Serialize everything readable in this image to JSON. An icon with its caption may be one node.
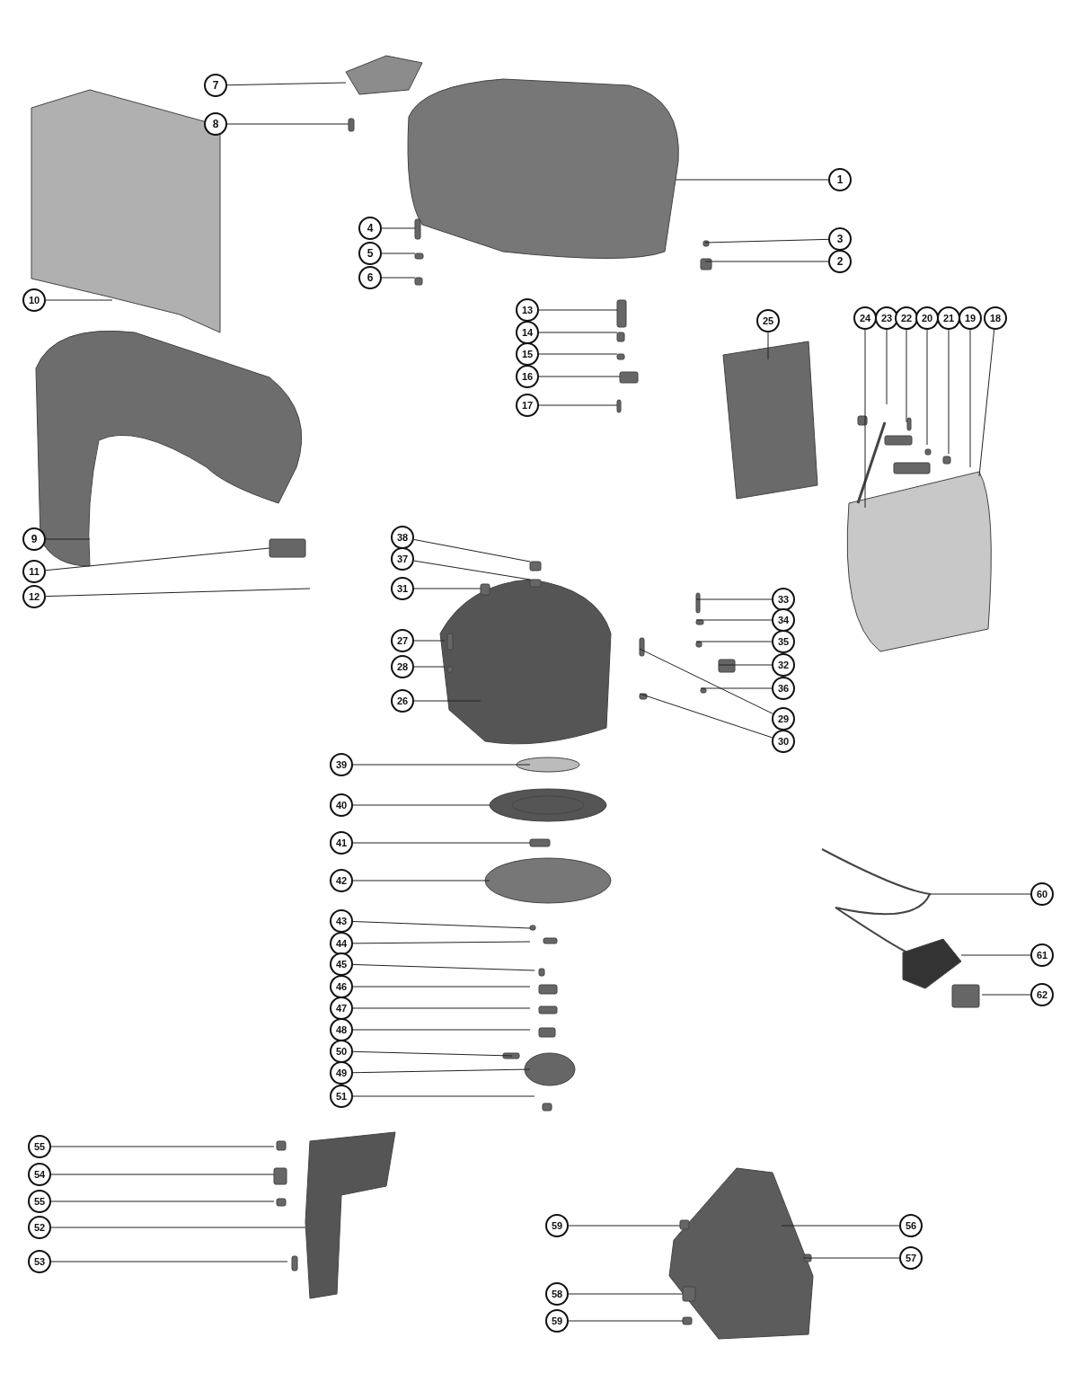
{
  "diagram": {
    "nodes": [
      {
        "text": [
          "7"
        ]
      },
      {
        "text": [
          "8"
        ]
      },
      {
        "text": [
          "1"
        ]
      },
      {
        "text": [
          "4"
        ]
      },
      {
        "text": [
          "3"
        ]
      },
      {
        "text": [
          "5"
        ]
      },
      {
        "text": [
          "2"
        ]
      },
      {
        "text": [
          "6"
        ]
      },
      {
        "text": [
          "10"
        ]
      },
      {
        "text": [
          "13"
        ]
      },
      {
        "text": [
          "25"
        ]
      },
      {
        "text": [
          "24"
        ]
      },
      {
        "text": [
          "23"
        ]
      },
      {
        "text": [
          "22"
        ]
      },
      {
        "text": [
          "20"
        ]
      },
      {
        "text": [
          "21"
        ]
      },
      {
        "text": [
          "19"
        ]
      },
      {
        "text": [
          "18"
        ]
      },
      {
        "text": [
          "14"
        ]
      },
      {
        "text": [
          "15"
        ]
      },
      {
        "text": [
          "16"
        ]
      },
      {
        "text": [
          "17"
        ]
      },
      {
        "text": [
          "38"
        ]
      },
      {
        "text": [
          "9"
        ]
      },
      {
        "text": [
          "37"
        ]
      },
      {
        "text": [
          "11"
        ]
      },
      {
        "text": [
          "31"
        ]
      },
      {
        "text": [
          "12"
        ]
      },
      {
        "text": [
          "33"
        ]
      },
      {
        "text": [
          "34"
        ]
      },
      {
        "text": [
          "27"
        ]
      },
      {
        "text": [
          "35"
        ]
      },
      {
        "text": [
          "32"
        ]
      },
      {
        "text": [
          "28"
        ]
      },
      {
        "text": [
          "36"
        ]
      },
      {
        "text": [
          "26"
        ]
      },
      {
        "text": [
          "29"
        ]
      },
      {
        "text": [
          "30"
        ]
      },
      {
        "text": [
          "39"
        ]
      },
      {
        "text": [
          "40"
        ]
      },
      {
        "text": [
          "41"
        ]
      },
      {
        "text": [
          "42"
        ]
      },
      {
        "text": [
          "60"
        ]
      },
      {
        "text": [
          "43"
        ]
      },
      {
        "text": [
          "44"
        ]
      },
      {
        "text": [
          "61"
        ]
      },
      {
        "text": [
          "45"
        ]
      },
      {
        "text": [
          "46"
        ]
      },
      {
        "text": [
          "62"
        ]
      },
      {
        "text": [
          "47"
        ]
      },
      {
        "text": [
          "48"
        ]
      },
      {
        "text": [
          "50"
        ]
      },
      {
        "text": [
          "49"
        ]
      },
      {
        "text": [
          "51"
        ]
      },
      {
        "text": [
          "55"
        ]
      },
      {
        "text": [
          "54"
        ]
      },
      {
        "text": [
          "55"
        ]
      },
      {
        "text": [
          "52"
        ]
      },
      {
        "text": [
          "59"
        ]
      },
      {
        "text": [
          "56"
        ]
      },
      {
        "text": [
          "57"
        ]
      },
      {
        "text": [
          "53"
        ]
      },
      {
        "text": [
          "58"
        ]
      },
      {
        "text": [
          "59"
        ]
      }
    ],
    "edges": [
      {
        "from": 0,
        "to": null,
        "arrow": "none"
      },
      {
        "from": 1,
        "to": null,
        "arrow": "none"
      },
      {
        "from": 2,
        "to": null,
        "arrow": "none"
      },
      {
        "from": 3,
        "to": null,
        "arrow": "none"
      },
      {
        "from": 4,
        "to": null,
        "arrow": "none"
      },
      {
        "from": 5,
        "to": null,
        "arrow": "none"
      },
      {
        "from": 6,
        "to": null,
        "arrow": "none"
      },
      {
        "from": 7,
        "to": null,
        "arrow": "none"
      },
      {
        "from": 8,
        "to": null,
        "arrow": "none"
      },
      {
        "from": 9,
        "to": null,
        "arrow": "none"
      },
      {
        "from": 10,
        "to": null,
        "arrow": "none"
      },
      {
        "from": 11,
        "to": null,
        "arrow": "none"
      },
      {
        "from": 12,
        "to": null,
        "arrow": "none"
      },
      {
        "from": 13,
        "to": null,
        "arrow": "none"
      },
      {
        "from": 14,
        "to": null,
        "arrow": "none"
      },
      {
        "from": 15,
        "to": null,
        "arrow": "none"
      },
      {
        "from": 16,
        "to": null,
        "arrow": "none"
      },
      {
        "from": 17,
        "to": null,
        "arrow": "none"
      },
      {
        "from": 18,
        "to": null,
        "arrow": "none"
      },
      {
        "from": 19,
        "to": null,
        "arrow": "none"
      },
      {
        "from": 20,
        "to": null,
        "arrow": "none"
      },
      {
        "from": 21,
        "to": null,
        "arrow": "none"
      },
      {
        "from": 22,
        "to": null,
        "arrow": "none"
      },
      {
        "from": 23,
        "to": null,
        "arrow": "none"
      },
      {
        "from": 24,
        "to": null,
        "arrow": "none"
      },
      {
        "from": 25,
        "to": null,
        "arrow": "none"
      },
      {
        "from": 26,
        "to": null,
        "arrow": "none"
      },
      {
        "from": 27,
        "to": null,
        "arrow": "none"
      },
      {
        "from": 28,
        "to": null,
        "arrow": "none"
      },
      {
        "from": 29,
        "to": null,
        "arrow": "none"
      },
      {
        "from": 30,
        "to": null,
        "arrow": "none"
      },
      {
        "from": 31,
        "to": null,
        "arrow": "none"
      },
      {
        "from": 32,
        "to": null,
        "arrow": "none"
      },
      {
        "from": 33,
        "to": null,
        "arrow": "none"
      },
      {
        "from": 34,
        "to": null,
        "arrow": "none"
      },
      {
        "from": 35,
        "to": null,
        "arrow": "none"
      },
      {
        "from": 36,
        "to": null,
        "arrow": "none"
      },
      {
        "from": 37,
        "to": null,
        "arrow": "none"
      },
      {
        "from": 38,
        "to": null,
        "arrow": "none"
      },
      {
        "from": 39,
        "to": null,
        "arrow": "none"
      },
      {
        "from": 40,
        "to": null,
        "arrow": "none"
      },
      {
        "from": 41,
        "to": null,
        "arrow": "none"
      },
      {
        "from": 42,
        "to": null,
        "arrow": "none"
      },
      {
        "from": 43,
        "to": null,
        "arrow": "none"
      },
      {
        "from": 44,
        "to": null,
        "arrow": "none"
      },
      {
        "from": 45,
        "to": null,
        "arrow": "none"
      },
      {
        "from": 46,
        "to": null,
        "arrow": "none"
      },
      {
        "from": 47,
        "to": null,
        "arrow": "none"
      },
      {
        "from": 48,
        "to": null,
        "arrow": "none"
      },
      {
        "from": 49,
        "to": null,
        "arrow": "none"
      },
      {
        "from": 50,
        "to": null,
        "arrow": "none"
      },
      {
        "from": 51,
        "to": null,
        "arrow": "none"
      },
      {
        "from": 52,
        "to": null,
        "arrow": "none"
      },
      {
        "from": 53,
        "to": null,
        "arrow": "none"
      },
      {
        "from": 54,
        "to": null,
        "arrow": "none"
      },
      {
        "from": 55,
        "to": null,
        "arrow": "none"
      },
      {
        "from": 56,
        "to": null,
        "arrow": "none"
      },
      {
        "from": 57,
        "to": null,
        "arrow": "none"
      },
      {
        "from": 58,
        "to": null,
        "arrow": "none"
      },
      {
        "from": 59,
        "to": null,
        "arrow": "none"
      },
      {
        "from": 60,
        "to": null,
        "arrow": "none"
      },
      {
        "from": 61,
        "to": null,
        "arrow": "none"
      },
      {
        "from": 62,
        "to": null,
        "arrow": "none"
      },
      {
        "from": 63,
        "to": null,
        "arrow": "none"
      }
    ]
  }
}
